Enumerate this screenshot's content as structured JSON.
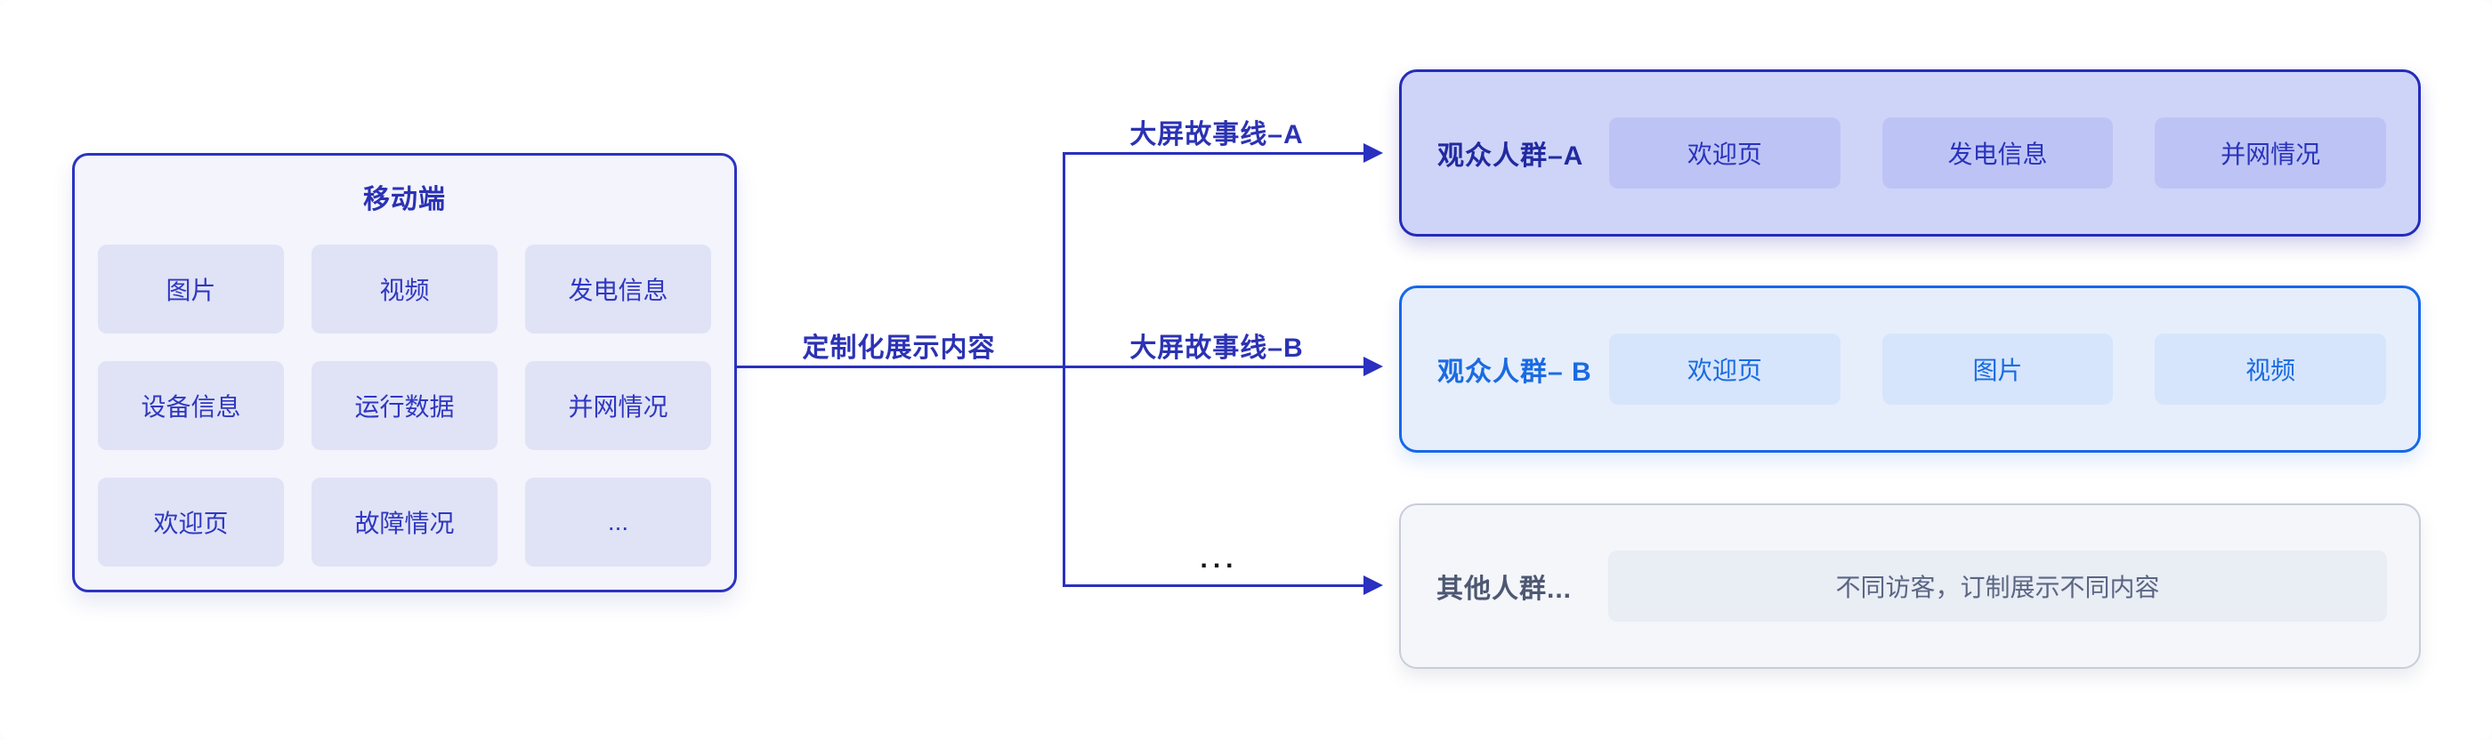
{
  "mobile_panel": {
    "title": "移动端",
    "cells": [
      "图片",
      "视频",
      "发电信息",
      "设备信息",
      "运行数据",
      "并网情况",
      "欢迎页",
      "故障情况",
      "..."
    ]
  },
  "flow": {
    "main_label": "定制化展示内容",
    "branch_a_label": "大屏故事线–A",
    "branch_b_label": "大屏故事线–B",
    "branch_other_label": "..."
  },
  "audience_groups": [
    {
      "name": "观众人群–A",
      "chips": [
        "欢迎页",
        "发电信息",
        "并网情况"
      ]
    },
    {
      "name": "观众人群– B",
      "chips": [
        "欢迎页",
        "图片",
        "视频"
      ]
    },
    {
      "name": "其他人群...",
      "chips": [
        "不同访客，订制展示不同内容"
      ]
    }
  ],
  "colors": {
    "line_indigo": "#2a30bf",
    "panel_border": "#2c33c0",
    "panel_fill": "#f3f4fc",
    "cell_fill": "#e0e3f6",
    "cell_text": "#3038c0",
    "group_a_border": "#252cb8",
    "group_a_fill": "#ced4f8",
    "group_a_chip": "#bdc4f5",
    "group_a_text": "#212aa0",
    "group_b_border": "#1767e8",
    "group_b_fill": "#e6eefc",
    "group_b_chip": "#d6e5fb",
    "group_b_text": "#1a6be2",
    "group_c_border": "#c7cdd9",
    "group_c_fill": "#f5f6fa",
    "group_c_chip": "#e9edf4",
    "group_c_text": "#4d5872",
    "dots_color": "#141414"
  }
}
